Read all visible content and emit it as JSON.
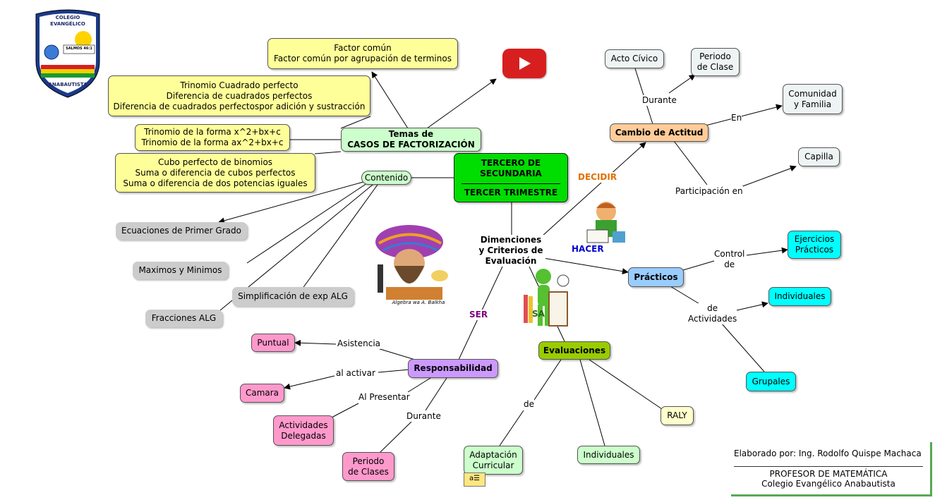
{
  "logo": {
    "line1": "COLEGIO",
    "line2": "EVANGÉLICO",
    "verse": "SALMOS 46:1",
    "line3": "ANABAUTISTA"
  },
  "center": {
    "line1": "TERCERO  DE",
    "line2": "SECUNDARIA",
    "line3": "TERCER TRIMESTRE"
  },
  "temas": {
    "line1": "Temas de",
    "line2": "CASOS DE FACTORIZACIÓN"
  },
  "factor": {
    "line1": "Factor común",
    "line2": "Factor común por agrupación de terminos"
  },
  "trinomio_cuadrado": {
    "line1": "Trinomio Cuadrado perfecto",
    "line2": "Diferencia de cuadrados perfectos",
    "line3": "Diferencia de cuadrados perfectospor adición y sustracción"
  },
  "trinomio_forma": {
    "line1": "Trinomio de la forma x^2+bx+c",
    "line2": "Trinomio de la forma ax^2+bx+c"
  },
  "cubo": {
    "line1": "Cubo perfecto de binomios",
    "line2": "Suma o diferencia de cubos perfectos",
    "line3": "Suma o diferencia de dos potencias iguales"
  },
  "contenido": "Contenido",
  "ecuaciones": "Ecuaciones de Primer Grado",
  "maximos": "Maximos y Minimos",
  "simplificacion": "Simplificación de exp ALG",
  "fracciones": "Fracciones ALG",
  "dimensiones": {
    "line1": "Dimenciones",
    "line2": "y Criterios de",
    "line3": "Evaluación"
  },
  "decidir": "DECIDIR",
  "hacer": "HACER",
  "ser": "SER",
  "saber_partial": "SA",
  "cambio": "Cambio de Actitud",
  "acto": "Acto Cívico",
  "periodo_clase": {
    "line1": "Periodo",
    "line2": "de Clase"
  },
  "durante": "Durante",
  "en": "En",
  "comunidad": {
    "line1": "Comunidad",
    "line2": "y Familia"
  },
  "capilla": "Capilla",
  "participacion": "Participación en",
  "practicos": "Prácticos",
  "control": {
    "line1": "Control",
    "line2": "de"
  },
  "ejercicios": {
    "line1": "Ejercicios",
    "line2": "Prácticos"
  },
  "de_actividades": {
    "line1": "de",
    "line2": "Actividades"
  },
  "individuales_c": "Individuales",
  "grupales": "Grupales",
  "evaluaciones": "Evaluaciones",
  "de": "de",
  "adaptacion": {
    "line1": "Adaptación",
    "line2": "Curricular"
  },
  "individuales_g": "Individuales",
  "raly": "RALY",
  "responsabilidad": "Responsabilidad",
  "asistencia": "Asistencia",
  "puntual": "Puntual",
  "al_activar": "al activar",
  "camara": "Camara",
  "al_presentar": "Al Presentar",
  "actividades": {
    "line1": "Actividades",
    "line2": "Delegadas"
  },
  "durante2": "Durante",
  "periodo_clases": {
    "line1": "Periodo",
    "line2": "de Clases"
  },
  "scholar_caption": "Algebra wa A. Balkha",
  "footer": {
    "author": "Elaborado por: Ing. Rodolfo Quispe Machaca",
    "role": "PROFESOR DE MATEMÁTICA",
    "school": "Colegio Evangélico Anabautista"
  },
  "colors": {
    "center": "#00dd00",
    "youtube": "#d81f1f",
    "decidir": "#e07000",
    "hacer": "#0000cc",
    "ser": "#800080"
  }
}
